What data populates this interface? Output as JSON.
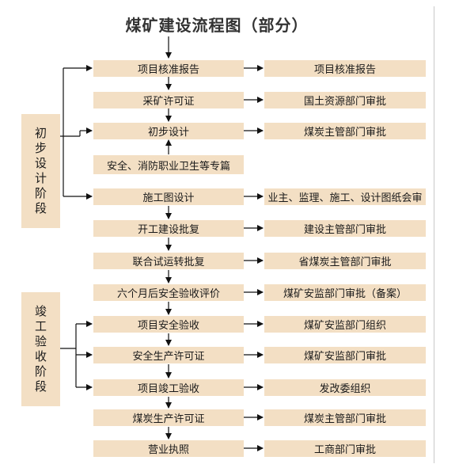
{
  "title": "煤矿建设流程图（部分）",
  "phases": {
    "preliminary": "初步设计阶段",
    "completion": "竣工验收阶段"
  },
  "steps": [
    {
      "name": "项目核准报告",
      "approval": "项目核准报告"
    },
    {
      "name": "采矿许可证",
      "approval": "国土资源部门审批"
    },
    {
      "name": "初步设计",
      "approval": "煤炭主管部门审批"
    },
    {
      "name": "施工图设计",
      "approval": "业主、监理、施工、设计图纸会审"
    },
    {
      "name": "开工建设批复",
      "approval": "建设主管部门审批"
    },
    {
      "name": "联合试运转批复",
      "approval": "省煤炭主管部门审批"
    },
    {
      "name": "六个月后安全验收评价",
      "approval": "煤矿安监部门审批（备案）"
    },
    {
      "name": "项目安全验收",
      "approval": "煤矿安监部门组织"
    },
    {
      "name": "安全生产许可证",
      "approval": "煤矿安监部门审批"
    },
    {
      "name": "项目竣工验收",
      "approval": "发改委组织"
    },
    {
      "name": "煤炭生产许可证",
      "approval": "煤炭主管部门审批"
    },
    {
      "name": "营业执照",
      "approval": "工商部门审批"
    }
  ],
  "special_input": "安全、消防职业卫生等专篇",
  "colors": {
    "box": "#f3dfc4",
    "line": "#111111",
    "title": "#333333"
  }
}
